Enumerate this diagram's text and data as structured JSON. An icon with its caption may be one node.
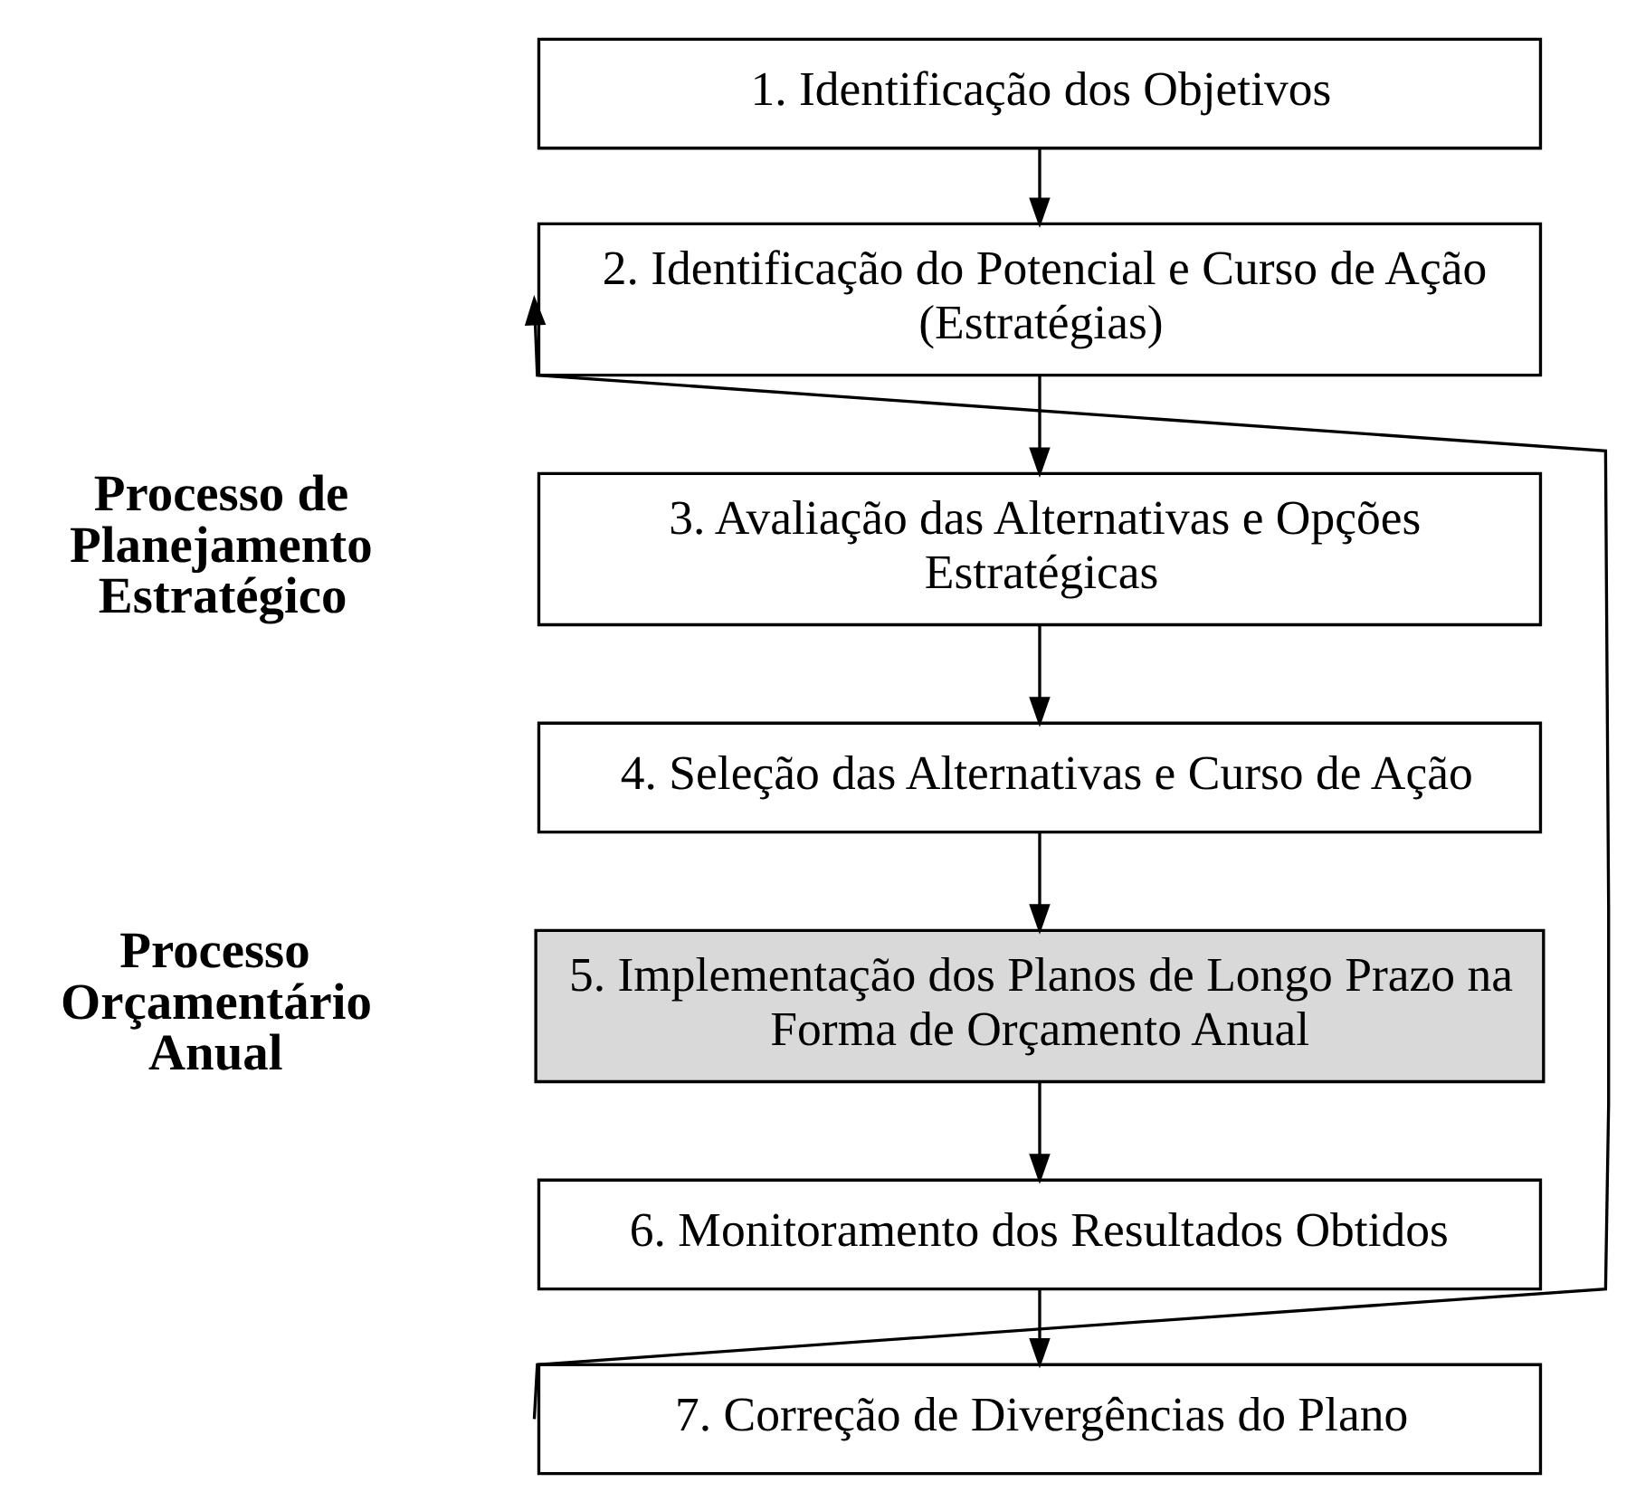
{
  "diagram": {
    "nodes": [
      {
        "text": [
          "1. Identificação dos Objetivos"
        ]
      },
      {
        "text": [
          "2. Identificação do Potencial e Curso de Ação (Estratégias)"
        ]
      },
      {
        "text": [
          "3. Avaliação das Alternativas e Opções Estratégicas"
        ]
      },
      {
        "text": [
          "4. Seleção das Alternativas e Curso de Ação"
        ]
      },
      {
        "text": [
          "5. Implementação dos Planos de Longo Prazo na Forma de Orçamento Anual"
        ]
      },
      {
        "text": [
          "6. Monitoramento dos Resultados Obtidos"
        ]
      },
      {
        "text": [
          "7. Correção de Divergências do Plano"
        ]
      }
    ],
    "edges": [
      {
        "from": 0,
        "to": 1,
        "arrow": "to"
      },
      {
        "from": 1,
        "to": 2,
        "arrow": "to"
      },
      {
        "from": 2,
        "to": 3,
        "arrow": "to"
      },
      {
        "from": 3,
        "to": 4,
        "arrow": "to"
      },
      {
        "from": 4,
        "to": 5,
        "arrow": "to"
      },
      {
        "from": 5,
        "to": 6,
        "arrow": "to"
      },
      {
        "from": 6,
        "to": 1,
        "arrow": "to"
      }
    ],
    "labels": [
      "Processo de Planejamento Estratégico",
      "Processo Orçamentário Anual"
    ]
  }
}
